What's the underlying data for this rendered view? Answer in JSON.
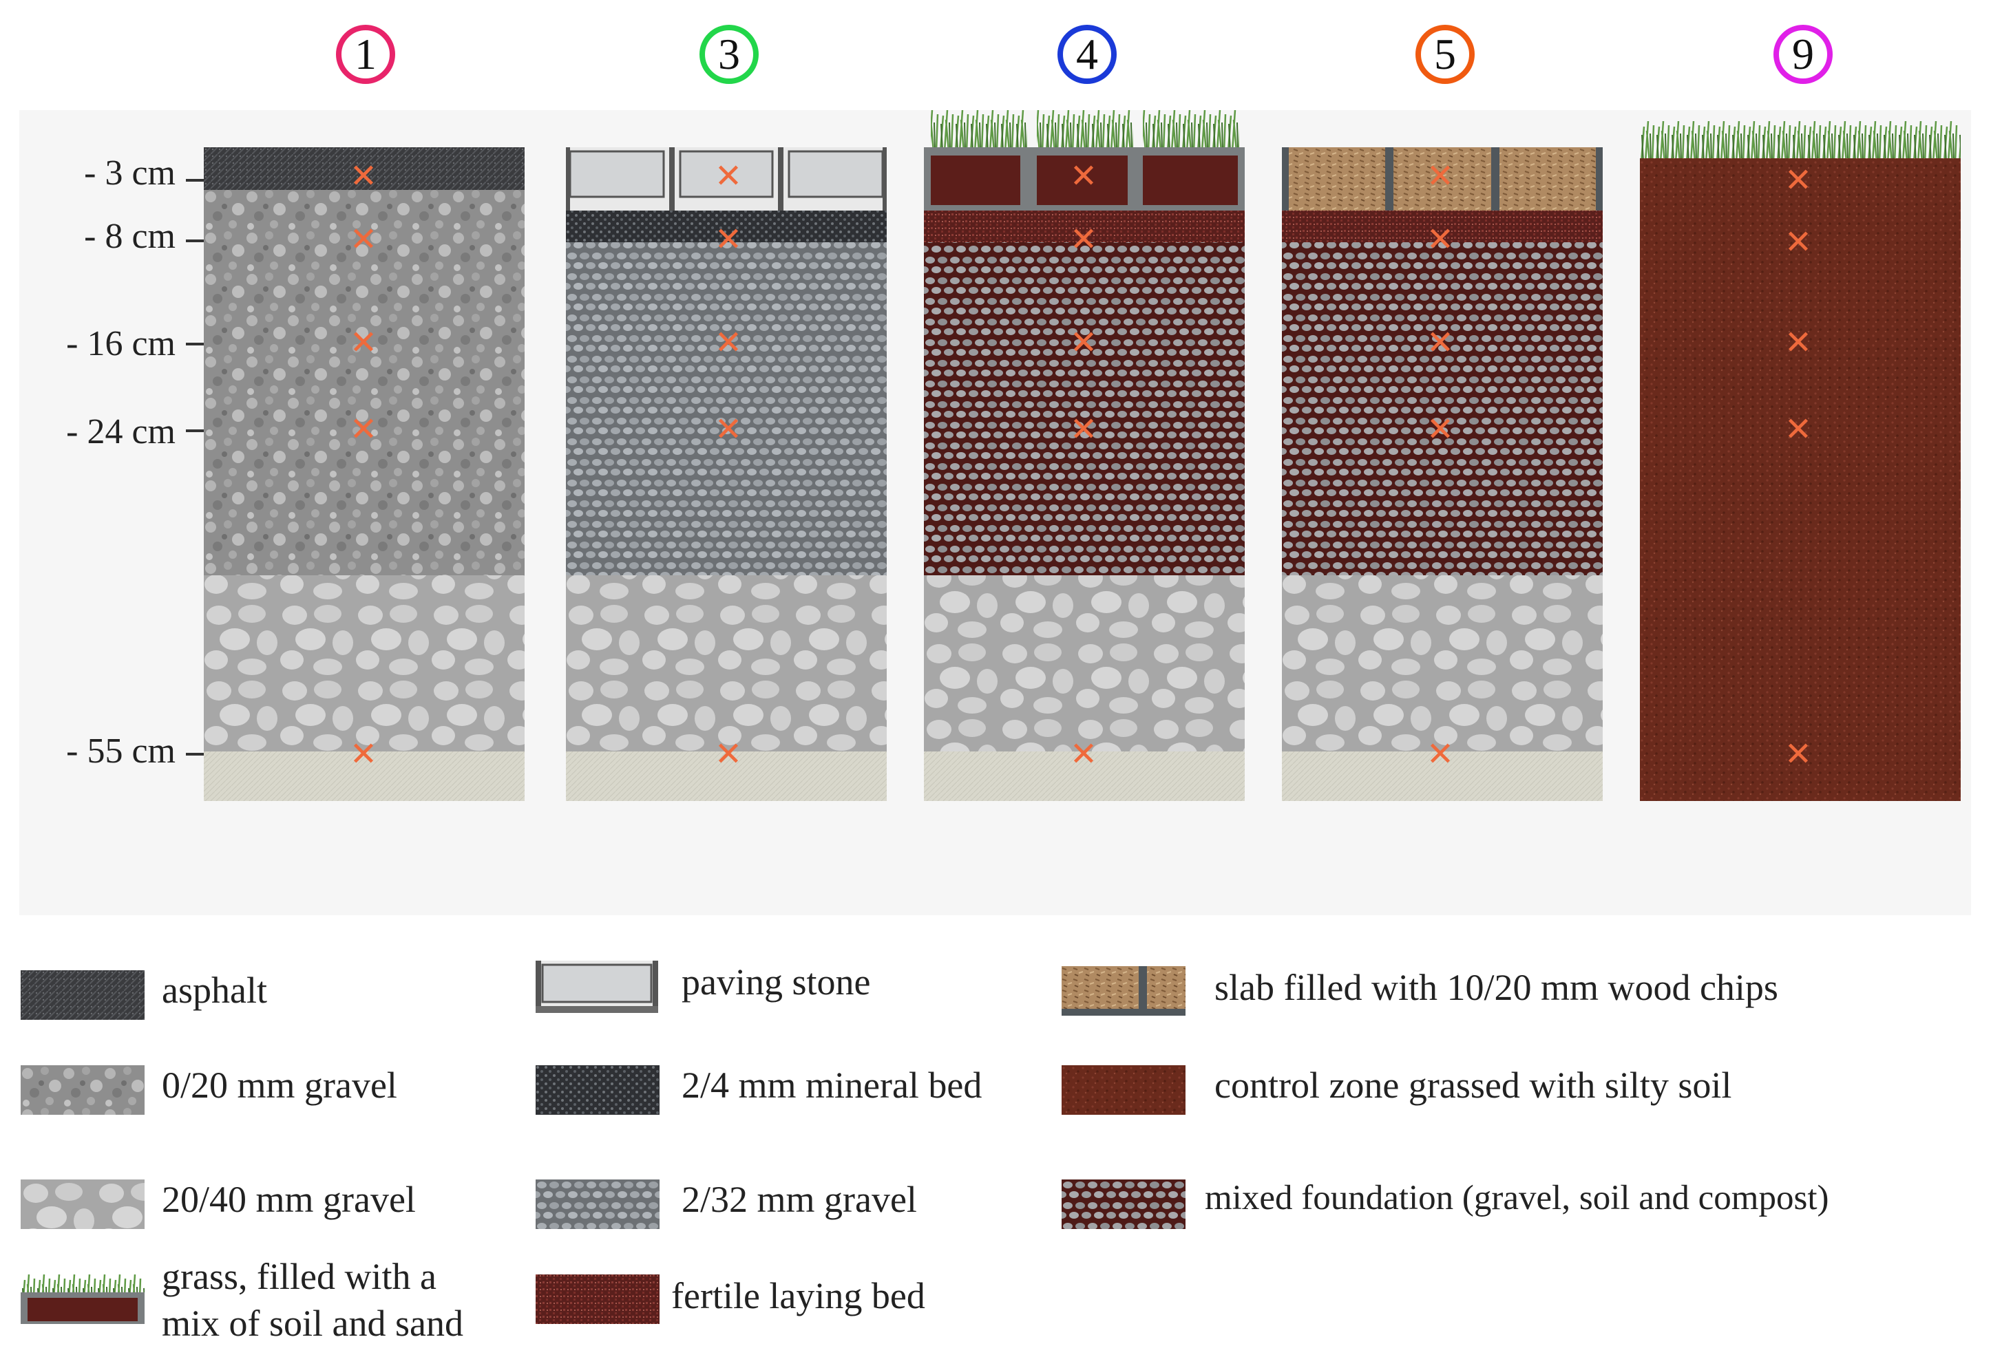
{
  "columns": [
    {
      "id": "1",
      "color": "#e8246a"
    },
    {
      "id": "3",
      "color": "#22d64a"
    },
    {
      "id": "4",
      "color": "#1a3ad8"
    },
    {
      "id": "5",
      "color": "#f05a10"
    },
    {
      "id": "9",
      "color": "#e020e8"
    }
  ],
  "depths": [
    "- 3 cm",
    "- 8 cm",
    "- 16 cm",
    "- 24 cm",
    "- 55 cm"
  ],
  "legend": {
    "asphalt": "asphalt",
    "gravel_0_20": "0/20 mm gravel",
    "gravel_20_40": "20/40 mm gravel",
    "grass_line1": "grass, filled with a",
    "grass_line2": "mix of soil and sand",
    "paving_stone": "paving stone",
    "mineral_bed": "2/4 mm mineral bed",
    "gravel_2_32": "2/32 mm gravel",
    "fertile_bed": "fertile laying bed",
    "wood_chips": "slab filled with 10/20 mm wood chips",
    "control_zone": "control zone grassed with silty soil",
    "mixed_foundation": "mixed foundation (gravel, soil and compost)"
  },
  "colors": {
    "measurement_mark": "#ef6a3c",
    "asphalt": "#3a3b3e",
    "silty_soil": "#6a2a1c",
    "grass": "#4f8a3a"
  }
}
